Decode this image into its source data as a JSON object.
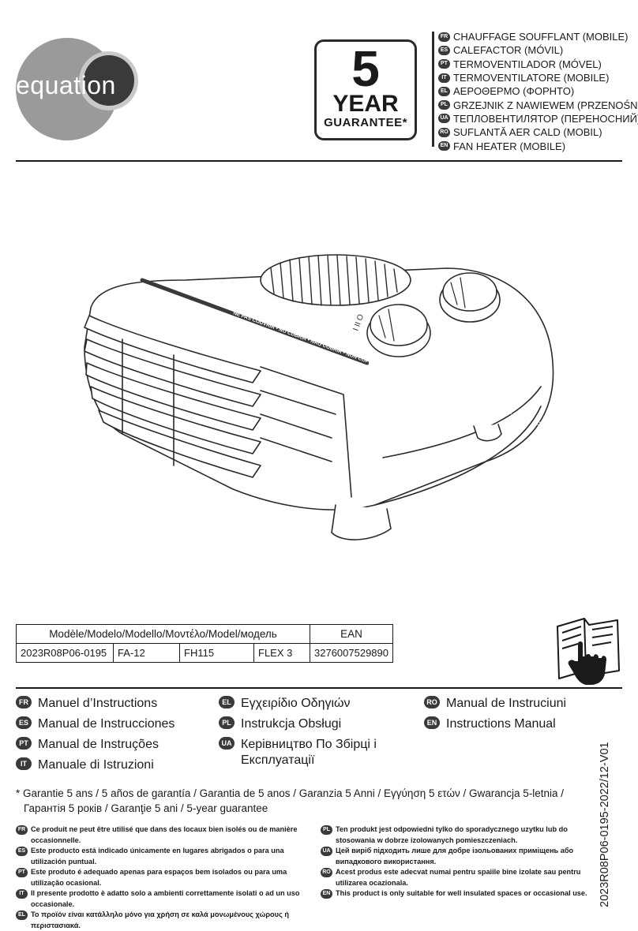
{
  "logo": {
    "wordmark": "equation"
  },
  "badge": {
    "number": "5",
    "year": "YEAR",
    "guarantee": "GUARANTEE*"
  },
  "product_titles": [
    {
      "lang": "FR",
      "text": "CHAUFFAGE SOUFFLANT (MOBILE)"
    },
    {
      "lang": "ES",
      "text": "CALEFACTOR (MÓVIL)"
    },
    {
      "lang": "PT",
      "text": "TERMOVENTILADOR (MÓVEL)"
    },
    {
      "lang": "IT",
      "text": "TERMOVENTILATORE (MOBILE)"
    },
    {
      "lang": "EL",
      "text": "ΑΕΡΟΘΕΡΜΟ (ΦΟΡΗΤΟ)"
    },
    {
      "lang": "PL",
      "text": "GRZEJNIK Z NAWIEWEM (PRZENOŚNY)"
    },
    {
      "lang": "UA",
      "text": "ТЕПЛОВЕНТИЛЯТОР (ПЕРЕНОСНИЙ)"
    },
    {
      "lang": "RO",
      "text": "SUFLANTĂ AER CALD (MOBIL)"
    },
    {
      "lang": "EN",
      "text": "FAN HEATER (MOBILE)"
    }
  ],
  "product": {
    "label_band": "NE PAS COUVRIR • NO CUBRIR • NÃO COBRIR • NON COPRIRE • NIE PRZYKRYWAĆ • НЕ НАКРИВАТИ • NU ACOPERIȚI • DO NOT COVER",
    "dial_marks": "I II O"
  },
  "model_table": {
    "header_model": "Modèle/Modelo/Modello/Μοντέλο/Model/модель",
    "header_ean": "EAN",
    "row": [
      "2023R08P06-0195",
      "FA-12",
      "FH115",
      "FLEX 3",
      "3276007529890"
    ]
  },
  "manuals": {
    "col1": [
      {
        "lang": "FR",
        "text": "Manuel d’Instructions"
      },
      {
        "lang": "ES",
        "text": "Manual de Instrucciones"
      },
      {
        "lang": "PT",
        "text": "Manual de Instruções"
      },
      {
        "lang": "IT",
        "text": "Manuale di Istruzioni"
      }
    ],
    "col2": [
      {
        "lang": "EL",
        "text": "Εγχειρίδιο Οδηγιών"
      },
      {
        "lang": "PL",
        "text": "Instrukcja Obsługi"
      },
      {
        "lang": "UA",
        "text": "Керівництво По Збірці і Експлуатації"
      }
    ],
    "col3": [
      {
        "lang": "RO",
        "text": "Manual de Instruciuni"
      },
      {
        "lang": "EN",
        "text": "Instructions Manual"
      }
    ]
  },
  "garantie": {
    "line1": "* Garantie 5 ans / 5 años de garantía / Garantia de 5 anos / Garanzia 5 Anni / Εγγύηση 5 ετών / Gwarancja 5-letnia /",
    "line2": "Гарантія 5 років / Garanţie 5 ani / 5-year guarantee"
  },
  "footer_left": [
    {
      "lang": "FR",
      "text": "Ce produit ne peut être utilisé que dans des locaux bien isolés ou de manière occasionnelle."
    },
    {
      "lang": "ES",
      "text": "Este producto está indicado únicamente en lugares abrigados o para una utilización puntual."
    },
    {
      "lang": "PT",
      "text": "Este produto é adequado apenas para espaços bem isolados ou para uma utilização ocasional."
    },
    {
      "lang": "IT",
      "text": "Il presente prodotto è adatto solo a ambienti correttamente isolati o ad un uso occasionale."
    },
    {
      "lang": "EL",
      "text": "Το προϊόν είναι κατάλληλο μόνο για χρήση σε καλά μονωμένους χώρους ή περιστασιακά."
    }
  ],
  "footer_right": [
    {
      "lang": "PL",
      "text": "Ten produkt jest odpowiedni tylko do sporadycznego uzytku lub do stosowania w dobrze izolowanych pomieszczeniach."
    },
    {
      "lang": "UA",
      "text": "Цей виріб підходить лише для добре ізольованих приміщень або випадкового використання."
    },
    {
      "lang": "RO",
      "text": "Acest produs este adecvat numai pentru spaiile bine izolate sau pentru utilizarea ocazionala."
    },
    {
      "lang": "EN",
      "text": "This product is only suitable for well insulated spaces or occasional use."
    }
  ],
  "doc_reference": "2023R08P06-0195-2022/12-V01"
}
